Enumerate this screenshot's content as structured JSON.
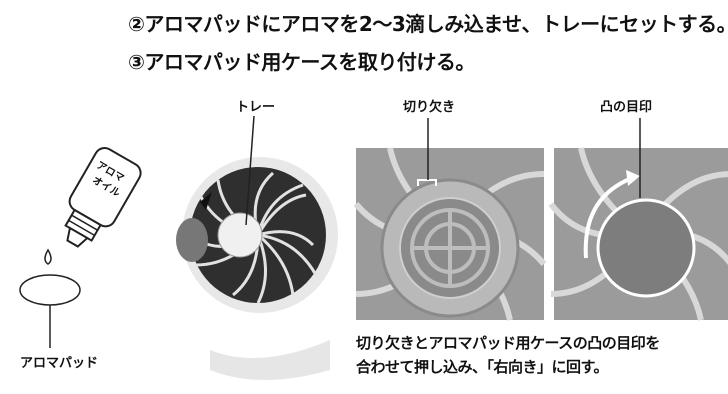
{
  "steps": {
    "step2": "②アロマパッドにアロマを2〜3滴しみ込ませ、トレーにセットする。",
    "step3": "③アロマパッド用ケースを取り付ける。"
  },
  "labels": {
    "bottle": "アロマ\nオイル",
    "bottle_line1": "アロマ",
    "bottle_line2": "オイル",
    "pad": "アロマパッド",
    "tray": "トレー",
    "notch": "切り欠き",
    "bump": "凸の目印"
  },
  "caption": {
    "line1": "切り欠きとアロマパッド用ケースの凸の目印を",
    "line2": "合わせて押し込み、「右向き」に回す。"
  }
}
